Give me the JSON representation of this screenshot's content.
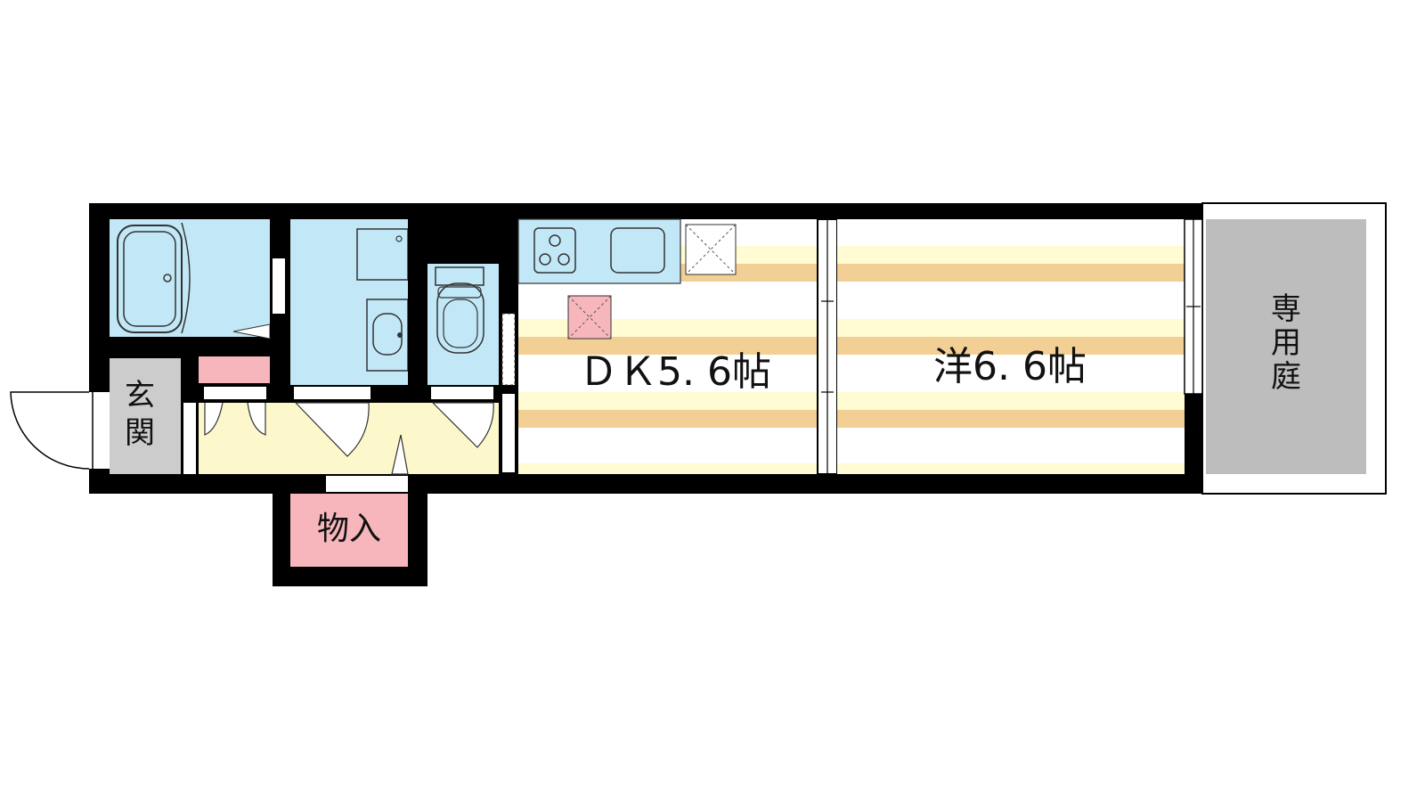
{
  "rooms": {
    "dk": {
      "label": "ＤＫ5. 6帖"
    },
    "western": {
      "label": "洋6. 6帖"
    },
    "entrance": {
      "label_line1": "玄",
      "label_line2": "関"
    },
    "storage": {
      "label": "物入"
    },
    "garden": {
      "label_line1": "専",
      "label_line2": "用",
      "label_line3": "庭"
    }
  },
  "colors": {
    "wall": "#000000",
    "wet_area": "#c2e8f7",
    "floor_stripe": "#f2cf95",
    "floor_light": "#fffbd2",
    "hallway": "#fdf8cc",
    "storage": "#f6b6bb",
    "entrance": "#cccccc",
    "garden": "#bdbdbd"
  }
}
